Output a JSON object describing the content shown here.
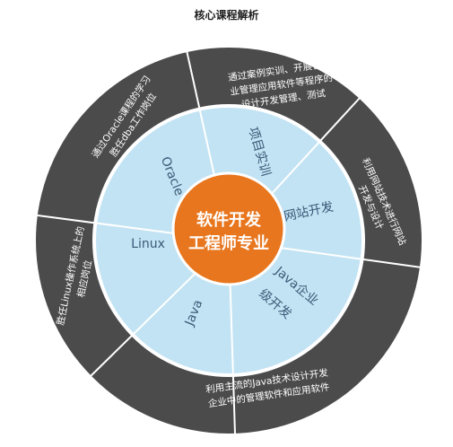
{
  "title": "核心课程解析",
  "center": {
    "line1": "软件开发",
    "line2": "工程师专业"
  },
  "colors": {
    "outer_ring": "#4b4b4b",
    "inner_ring": "#c2e3f3",
    "core": "#e8761e",
    "divider": "#ffffff"
  },
  "segments": [
    {
      "topic": "Oracle",
      "desc": [
        "通过Oracle课程的学习",
        "胜任dba工作岗位"
      ]
    },
    {
      "topic": "项目实训",
      "desc": [
        "通过案例实训、开展各行",
        "业管理应用软件等程序的",
        "设计开发管理、测试"
      ]
    },
    {
      "topic": "网站开发",
      "desc": [
        "利用网站技术进行网站",
        "开发与设计"
      ]
    },
    {
      "topic": [
        "Java企业",
        "级开发"
      ],
      "desc": [
        "利用主流的Java技术设计开发",
        "企业中的管理软件和应用软件"
      ]
    },
    {
      "topic": "Java",
      "desc": []
    },
    {
      "topic": "Linux",
      "desc": [
        "胜任Linux操作系统上的",
        "相应岗位"
      ]
    }
  ]
}
